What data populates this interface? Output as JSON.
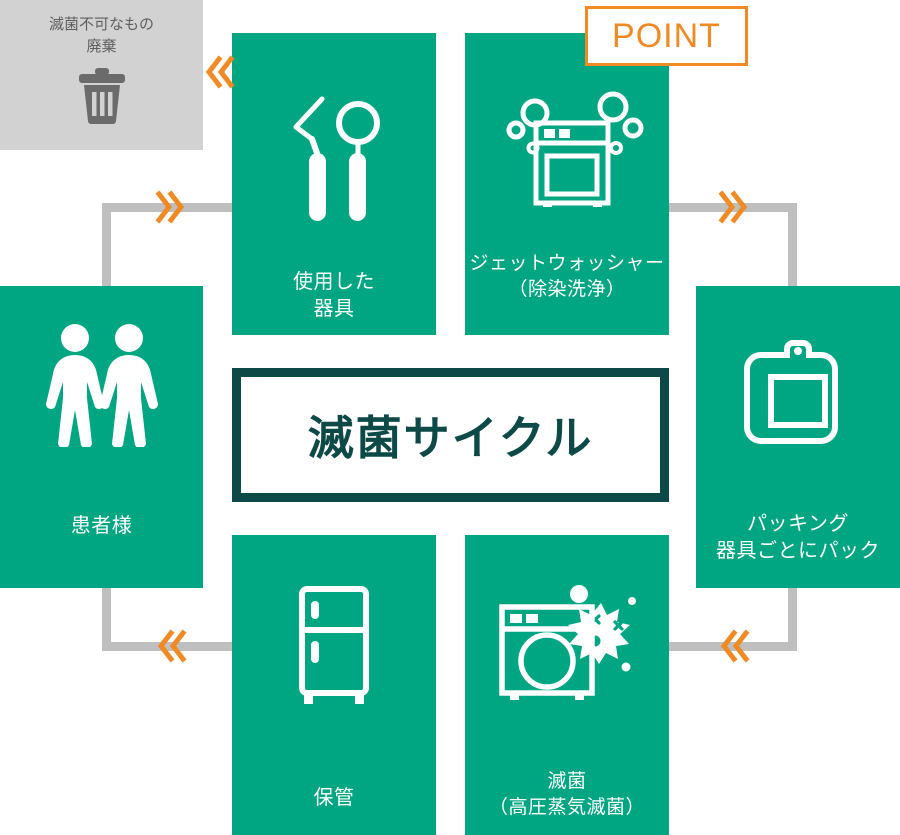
{
  "badge": {
    "label": "POINT",
    "border_color": "#f08a24",
    "text_color": "#f08a24"
  },
  "center": {
    "title": "滅菌サイクル",
    "border_color": "#0d4a47",
    "text_color": "#0d4a47"
  },
  "discard": {
    "label": "滅菌不可なもの\n廃棄",
    "icon": "trash-can-icon",
    "background": "#d2d2d2",
    "text_color": "#5e5e5e"
  },
  "theme": {
    "card_green": "#00a582",
    "line_gray": "#bfbfbf",
    "arrow_orange": "#f08a24",
    "card_text": "#ffffff"
  },
  "cards": [
    {
      "id": "used-instruments",
      "label": "使用した\n器具",
      "icon": "dental-instruments-icon"
    },
    {
      "id": "jet-washer",
      "label": "ジェットウォッシャー\n（除染洗浄）",
      "icon": "washer-machine-icon"
    },
    {
      "id": "packing",
      "label": "パッキング\n器具ごとにパック",
      "icon": "sterilization-pouch-icon"
    },
    {
      "id": "sterilization",
      "label": "滅菌\n（高圧蒸気滅菌）",
      "icon": "autoclave-germ-icon"
    },
    {
      "id": "storage",
      "label": "保管",
      "icon": "storage-cabinet-icon"
    },
    {
      "id": "patients",
      "label": "患者様",
      "icon": "two-people-icon"
    }
  ],
  "arrows": [
    {
      "id": "to-discard",
      "direction": "left"
    },
    {
      "id": "used-to-washer",
      "direction": "right"
    },
    {
      "id": "washer-to-packing",
      "direction": "right"
    },
    {
      "id": "sterilize-to-storage",
      "direction": "left"
    },
    {
      "id": "storage-to-patients",
      "direction": "left"
    }
  ]
}
